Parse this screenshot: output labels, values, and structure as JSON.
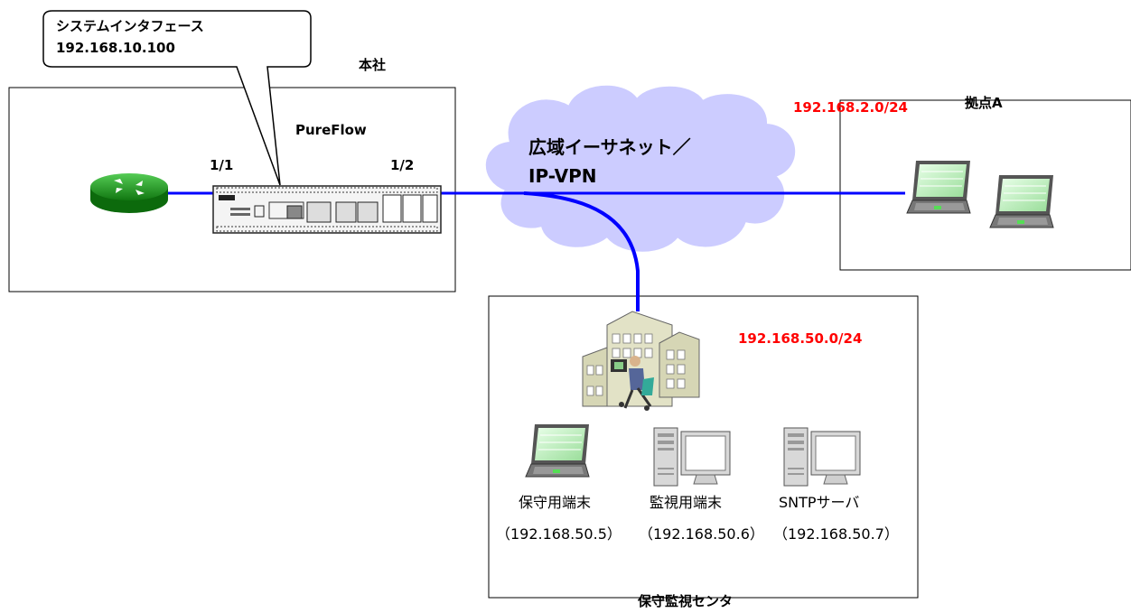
{
  "callout": {
    "line1": "システムインタフェース",
    "line2": "192.168.10.100"
  },
  "honsha": {
    "label": "本社",
    "device_name": "PureFlow",
    "port_left": "1/1",
    "port_right": "1/2"
  },
  "wan": {
    "line1": "広域イーサネット／",
    "line2": "IP-VPN"
  },
  "site_a": {
    "label": "拠点A",
    "subnet": "192.168.2.0/24"
  },
  "monitor_center": {
    "label": "保守監視センタ",
    "subnet": "192.168.50.0/24",
    "terminals": [
      {
        "name": "保守用端末",
        "ip": "（192.168.50.5）"
      },
      {
        "name": "監視用端末",
        "ip": "（192.168.50.6）"
      },
      {
        "name": "SNTPサーバ",
        "ip": "（192.168.50.7）"
      }
    ]
  },
  "colors": {
    "link": "#0000ff",
    "subnet_text": "#ff0000",
    "cloud_fill": "#ccccff",
    "router": "#1aa01a"
  }
}
